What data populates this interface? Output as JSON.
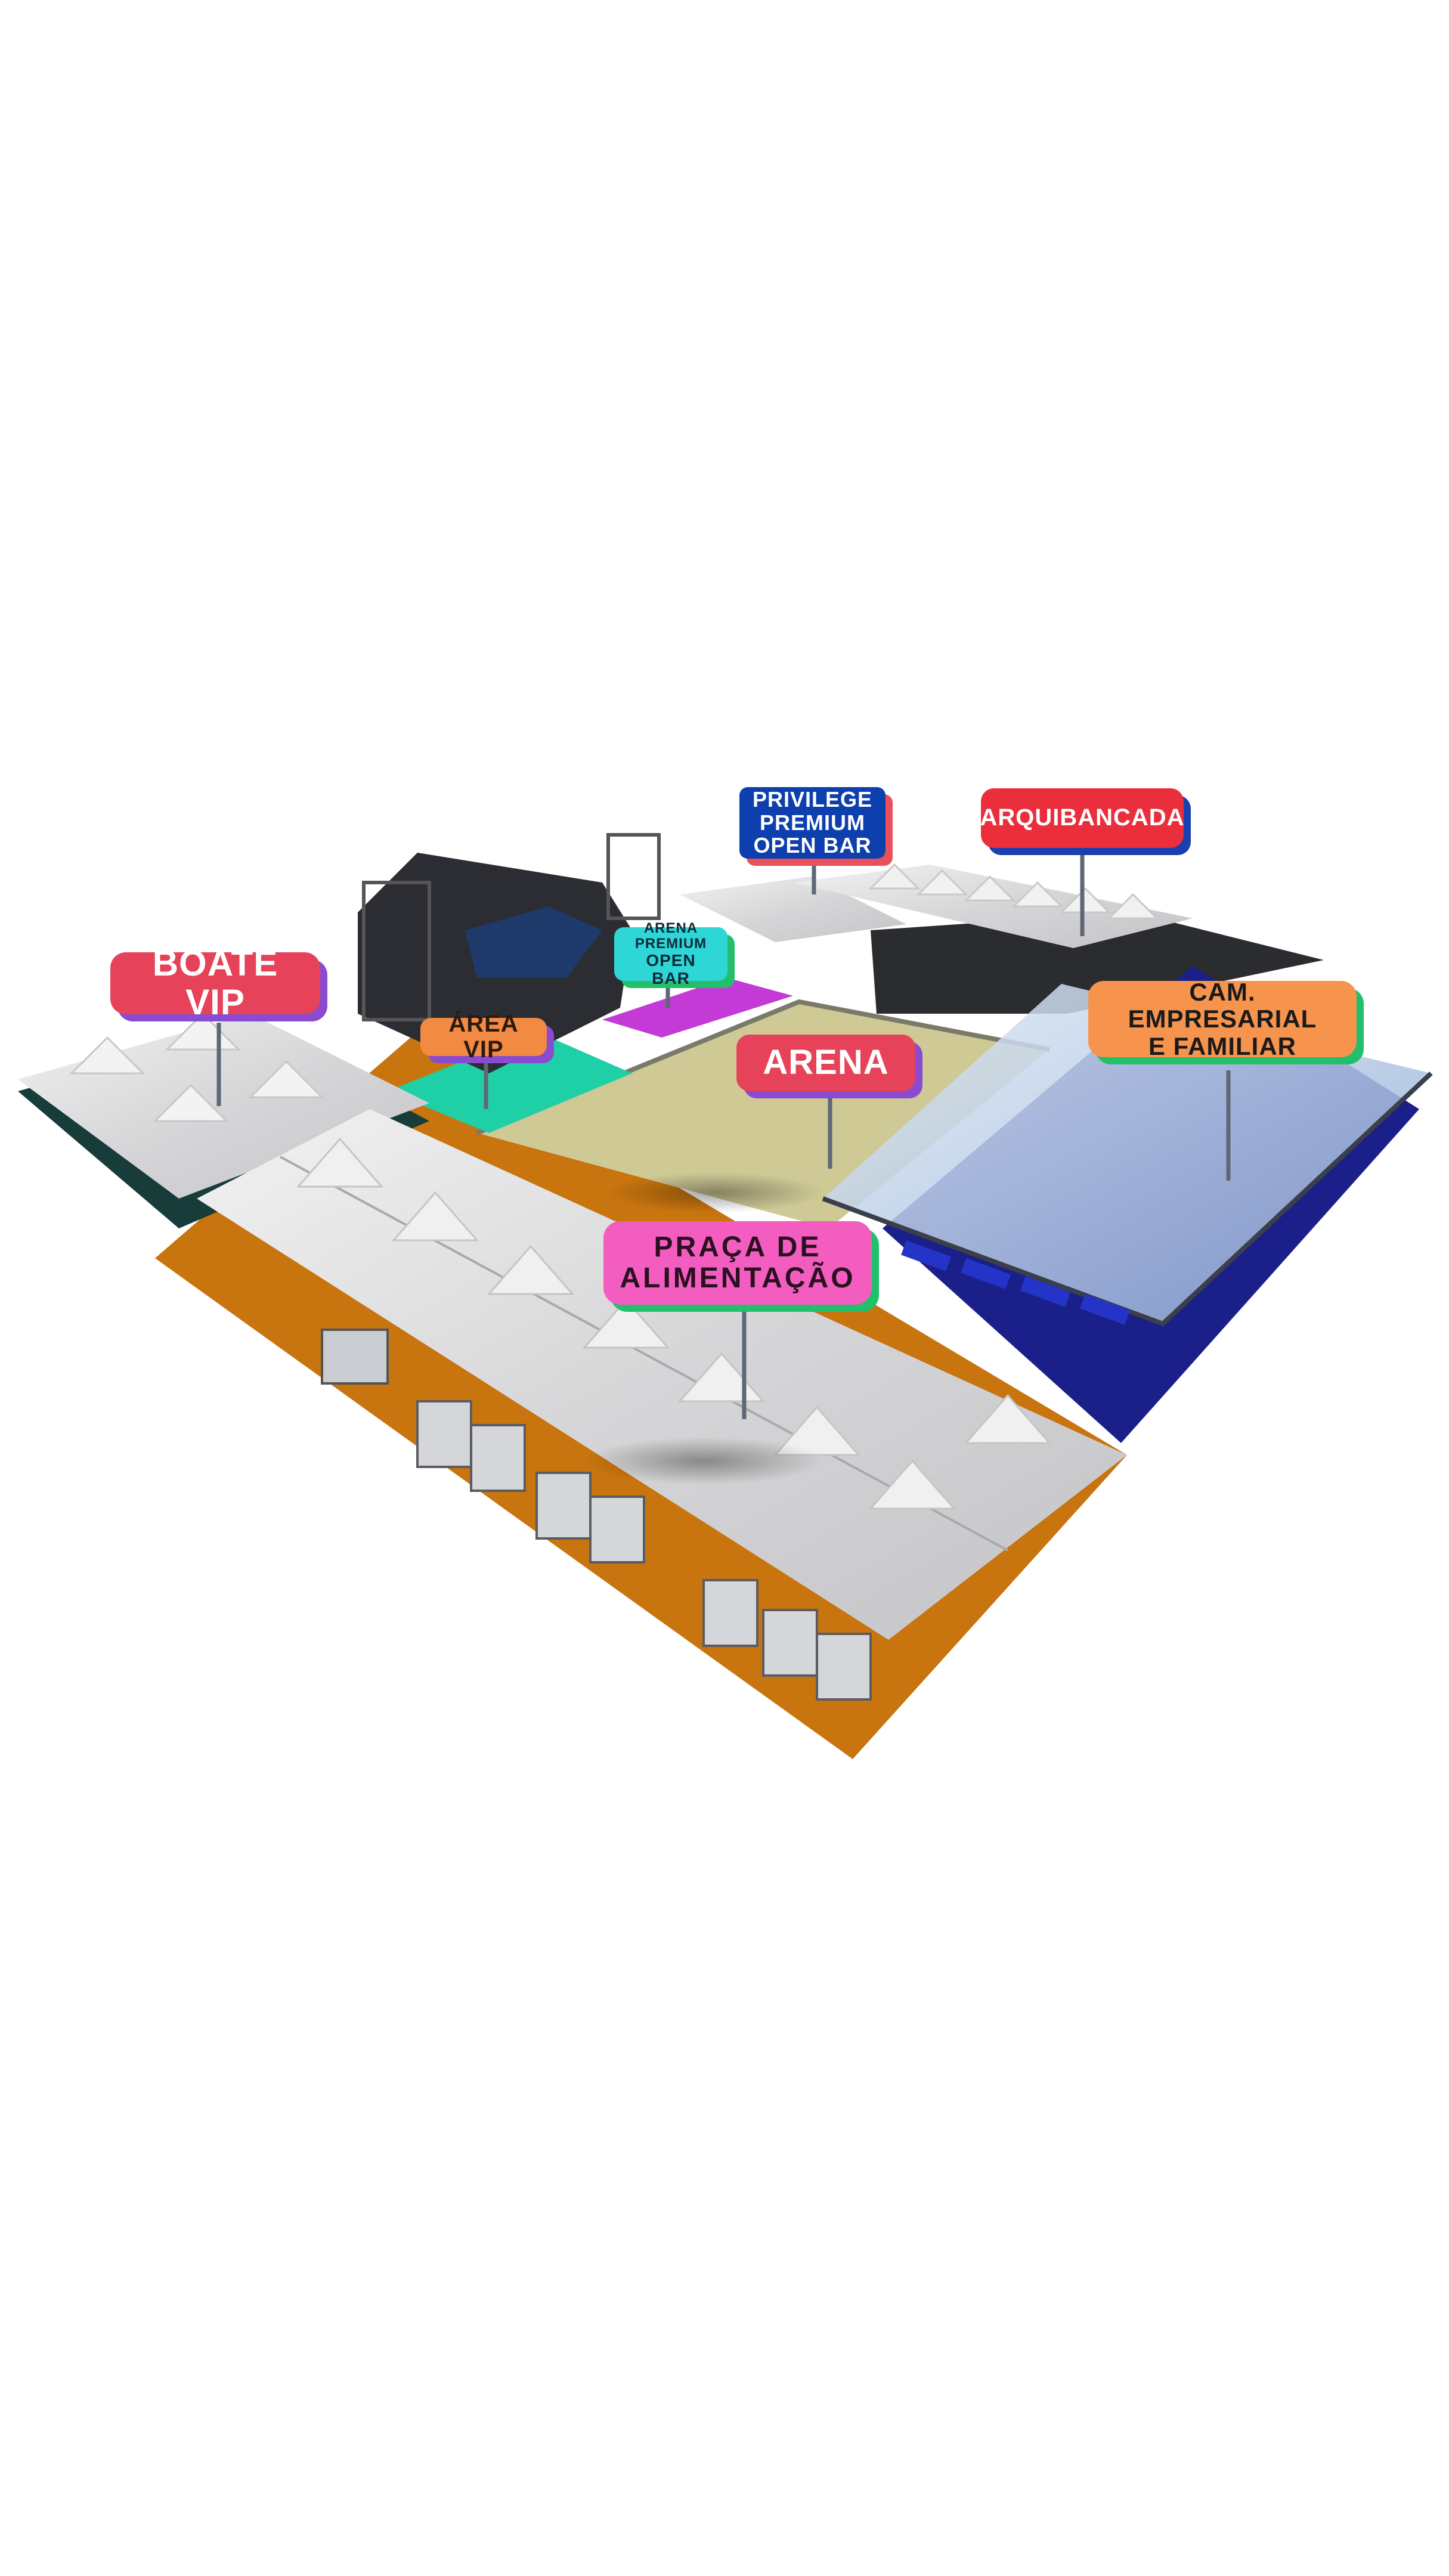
{
  "venue_map": {
    "zones": {
      "boate_vip": {
        "label": "BOATE VIP",
        "bg": "#e6435a",
        "shadow": "#8a4bd0",
        "text": "#ffffff"
      },
      "area_vip": {
        "label": "ÁREA VIP",
        "bg": "#f28a43",
        "shadow": "#8a4bd0",
        "text": "#2a1a10"
      },
      "arena_premium": {
        "line1": "ARENA PREMIUM",
        "line2": "OPEN BAR",
        "bg": "#2fd6d6",
        "shadow": "#22c06a",
        "text": "#0d2a3a"
      },
      "privilege": {
        "line1": "PRIVILEGE",
        "line2": "PREMIUM",
        "line3": "OPEN BAR",
        "bg": "#0d3fae",
        "shadow": "#e8505b",
        "text": "#ffffff"
      },
      "arquibancada": {
        "label": "ARQUIBANCADA",
        "bg": "#ea2e3c",
        "shadow": "#1a3fae",
        "text": "#ffffff"
      },
      "arena": {
        "label": "ARENA",
        "bg": "#e6435a",
        "shadow": "#8a4bd0",
        "text": "#ffffff"
      },
      "camarote": {
        "line1": "CAM. EMPRESARIAL",
        "line2": "E FAMILIAR",
        "bg": "#f6934d",
        "shadow": "#22c06a",
        "text": "#1a1a1a"
      },
      "praca": {
        "line1": "PRAÇA DE",
        "line2": "ALIMENTAÇÃO",
        "bg": "#f35dc0",
        "shadow": "#22c06a",
        "text": "#2a1020"
      }
    },
    "colors": {
      "arena_floor": "#cfc996",
      "vip_floor": "#1fcfa6",
      "premium_floor": "#c43ad6",
      "food_court_floor": "#c8740f",
      "camarote_base": "#1a1f8a",
      "tent_white": "#e4e4e6",
      "stage_dark": "#2b2d33"
    }
  }
}
